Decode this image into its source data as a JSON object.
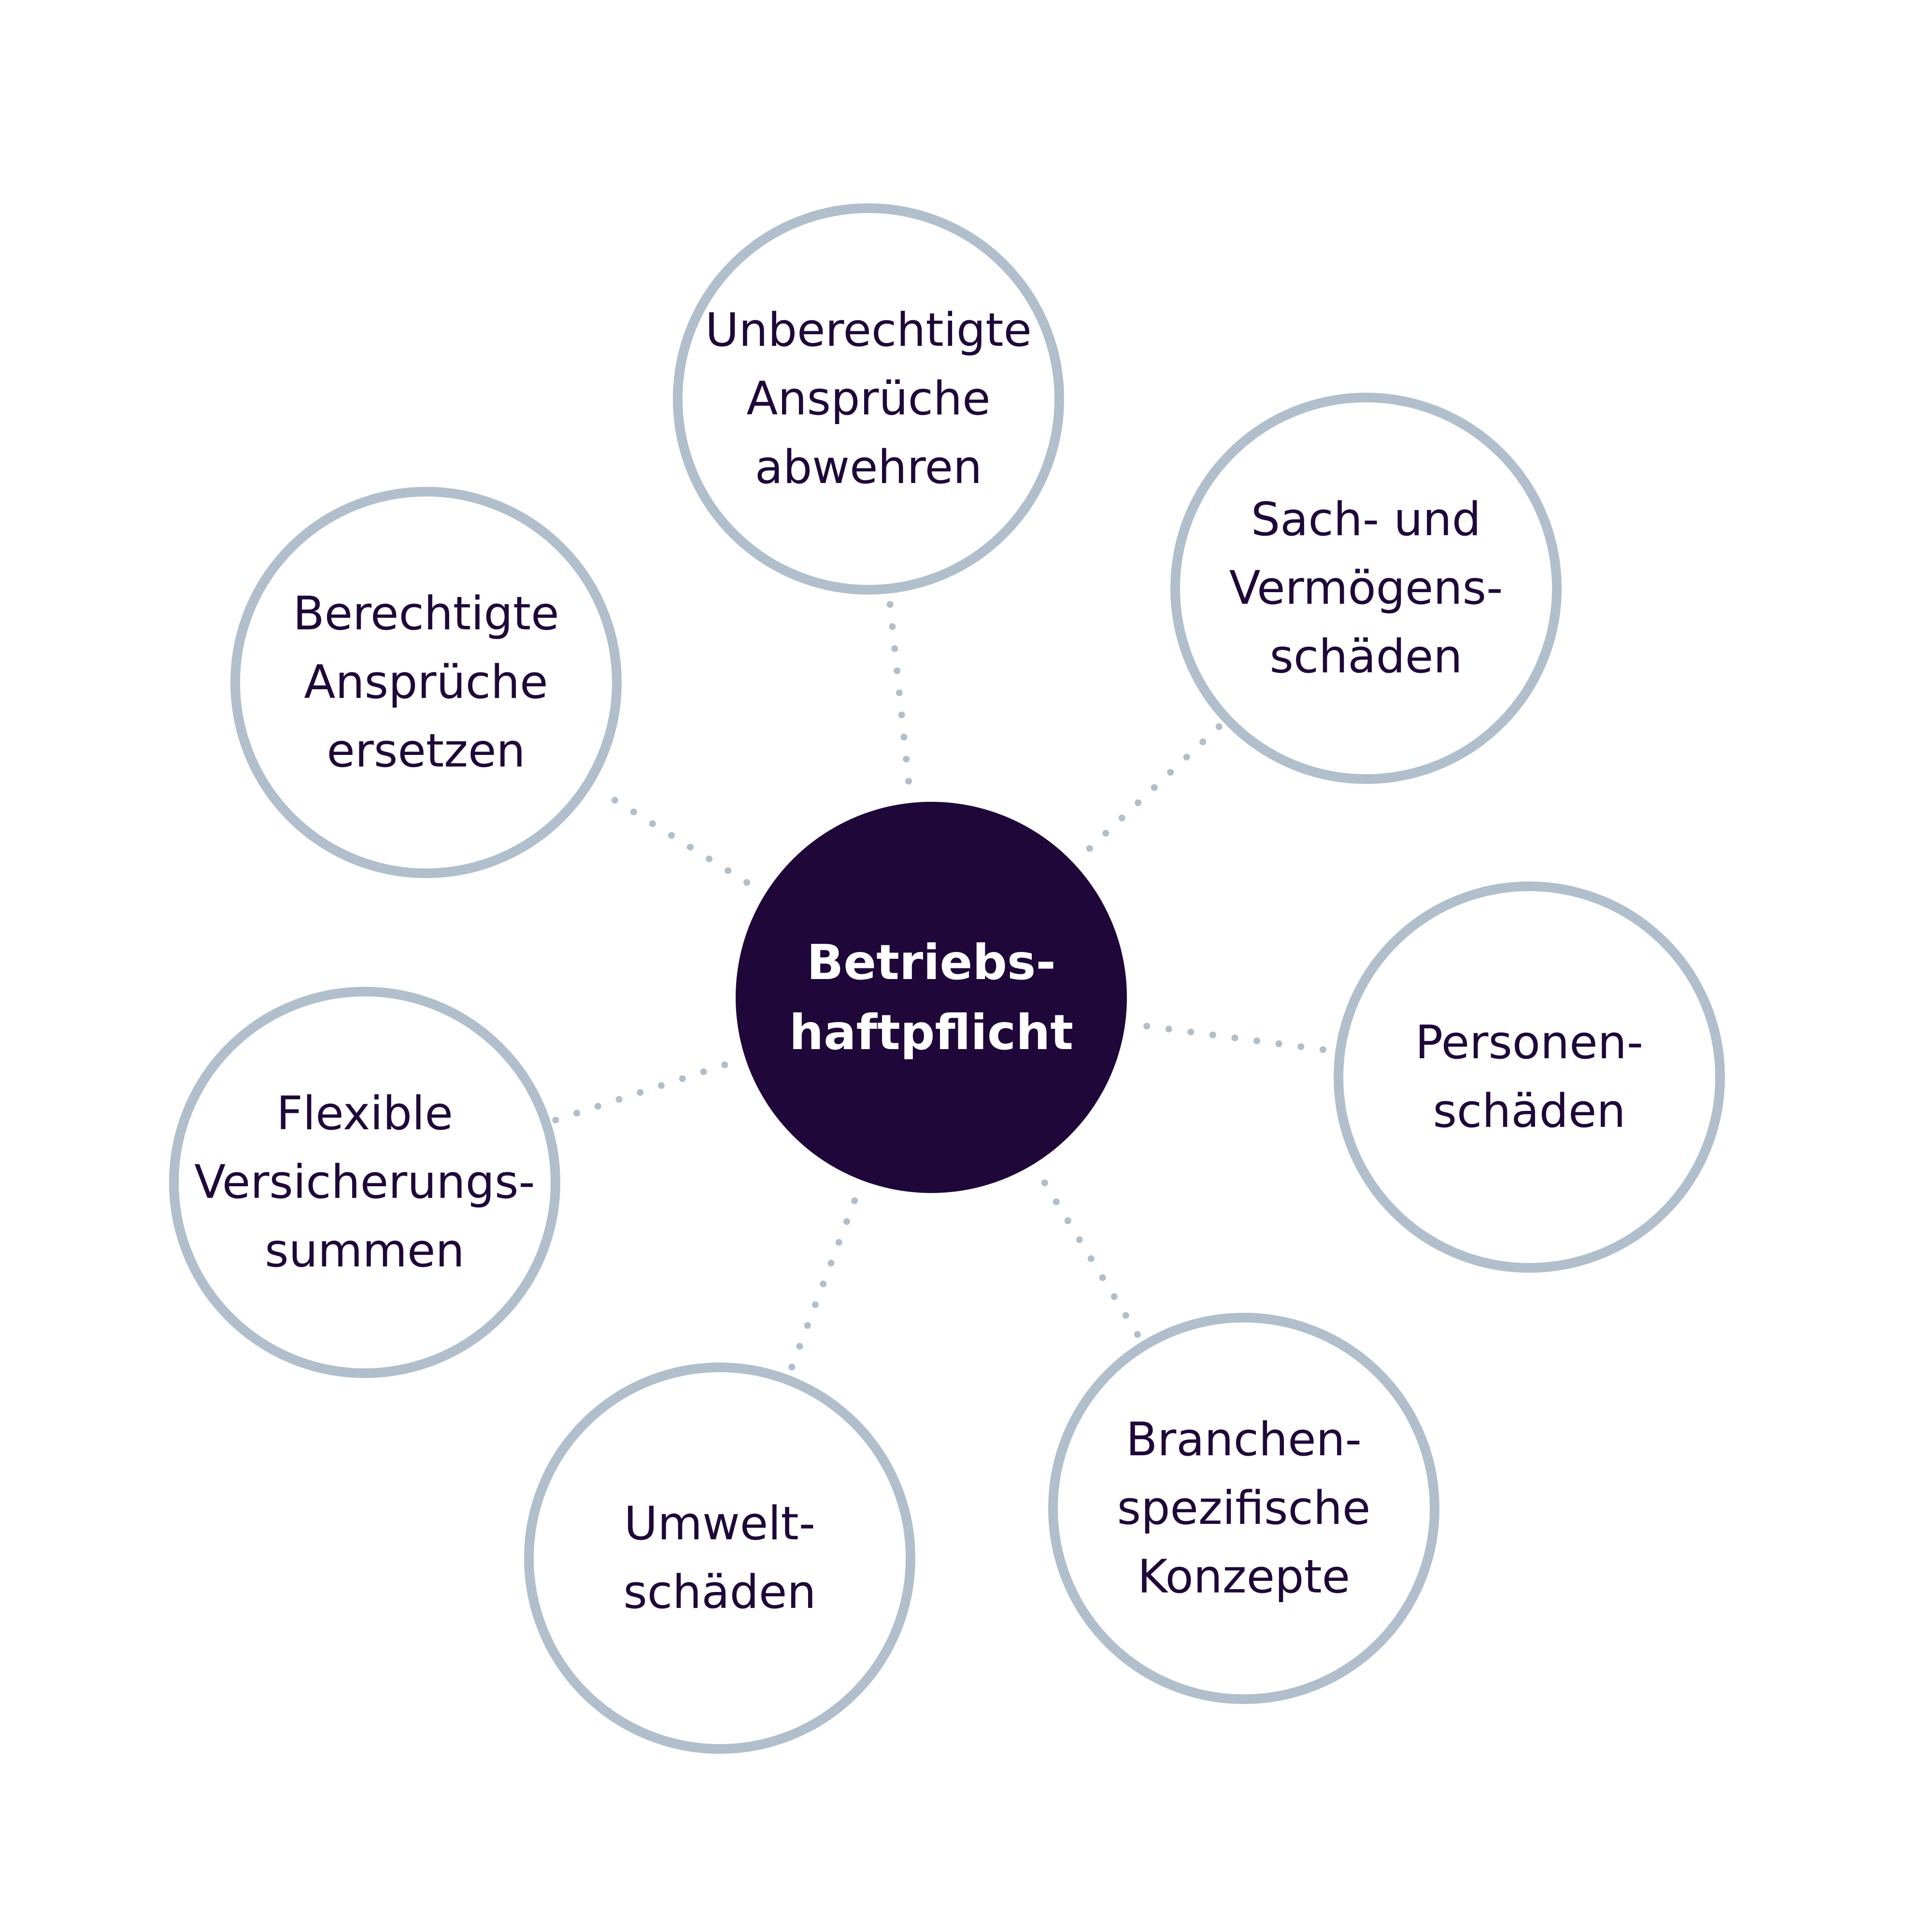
{
  "center": {
    "lines": [
      "Betriebs-",
      "haftpflicht"
    ]
  },
  "nodes": [
    {
      "id": "unberechtigte-ansprueche",
      "lines": [
        "Unberechtigte",
        "Ansprüche",
        "abwehren"
      ]
    },
    {
      "id": "sach-vermoegensschaeden",
      "lines": [
        "Sach- und",
        "Vermögens-",
        "schäden"
      ]
    },
    {
      "id": "personenschaeden",
      "lines": [
        "Personen-",
        "schäden"
      ]
    },
    {
      "id": "branchenspezifische-konzepte",
      "lines": [
        "Branchen-",
        "spezifische",
        "Konzepte"
      ]
    },
    {
      "id": "umweltschaeden",
      "lines": [
        "Umwelt-",
        "schäden"
      ]
    },
    {
      "id": "flexible-versicherungssummen",
      "lines": [
        "Flexible",
        "Versicherungs-",
        "summen"
      ]
    },
    {
      "id": "berechtigte-ansprueche",
      "lines": [
        "Berechtigte",
        "Ansprüche",
        "ersetzen"
      ]
    }
  ],
  "colors": {
    "center_fill": "#1f0839",
    "ring_stroke": "#b0bfcb",
    "label_text": "#1f0839",
    "center_text": "#ffffff",
    "background": "#ffffff"
  }
}
